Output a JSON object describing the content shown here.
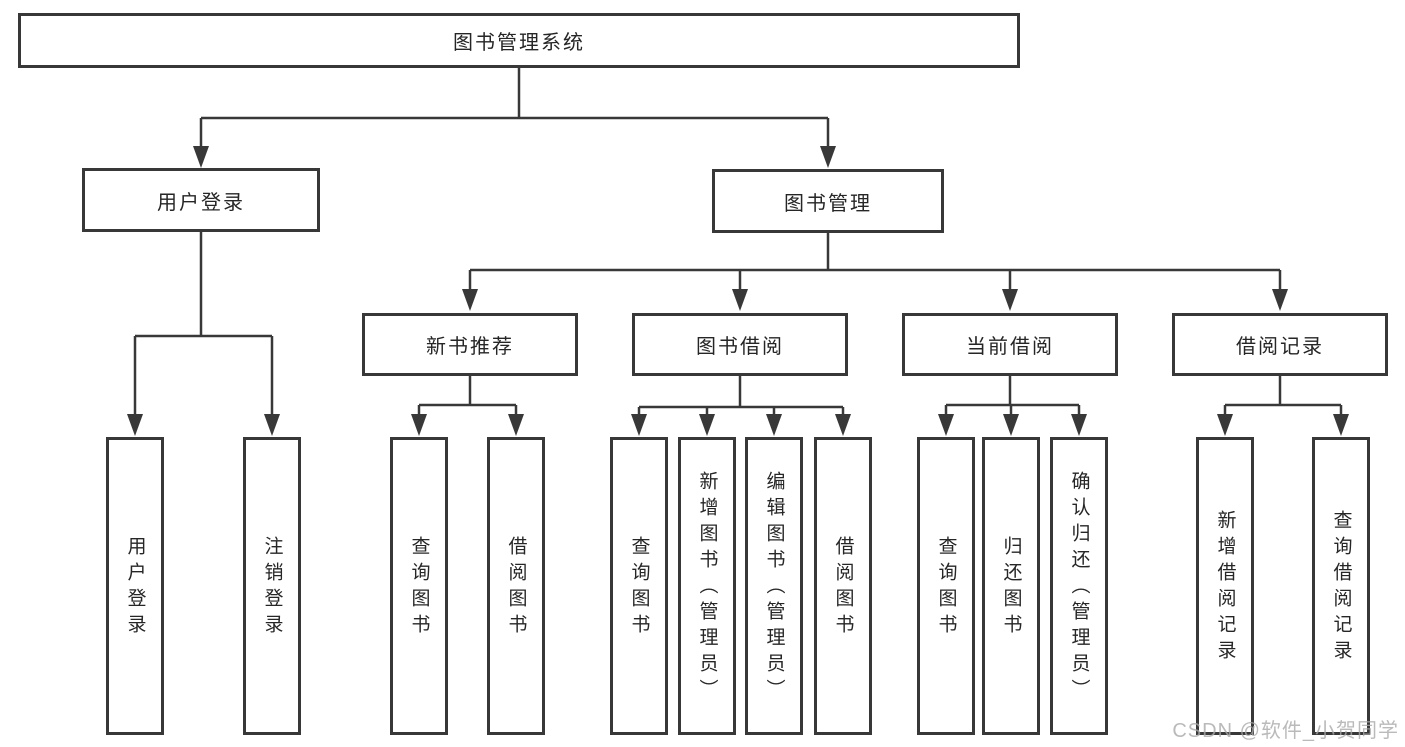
{
  "root": {
    "label": "图书管理系统"
  },
  "branches": [
    {
      "label": "用户登录",
      "children": [
        {
          "label": "用户登录"
        },
        {
          "label": "注销登录"
        }
      ]
    },
    {
      "label": "图书管理",
      "sections": [
        {
          "label": "新书推荐",
          "children": [
            {
              "label": "查询图书"
            },
            {
              "label": "借阅图书"
            }
          ]
        },
        {
          "label": "图书借阅",
          "children": [
            {
              "label": "查询图书"
            },
            {
              "label": "新增图书（管理员）"
            },
            {
              "label": "编辑图书（管理员）"
            },
            {
              "label": "借阅图书"
            }
          ]
        },
        {
          "label": "当前借阅",
          "children": [
            {
              "label": "查询图书"
            },
            {
              "label": "归还图书"
            },
            {
              "label": "确认归还（管理员）"
            }
          ]
        },
        {
          "label": "借阅记录",
          "children": [
            {
              "label": "新增借阅记录"
            },
            {
              "label": "查询借阅记录"
            }
          ]
        }
      ]
    }
  ],
  "watermark": "CSDN @软件_小贺同学",
  "colors": {
    "line": "#383838",
    "text": "#262626",
    "background": "#ffffff",
    "watermark": "#a9a9a9"
  }
}
